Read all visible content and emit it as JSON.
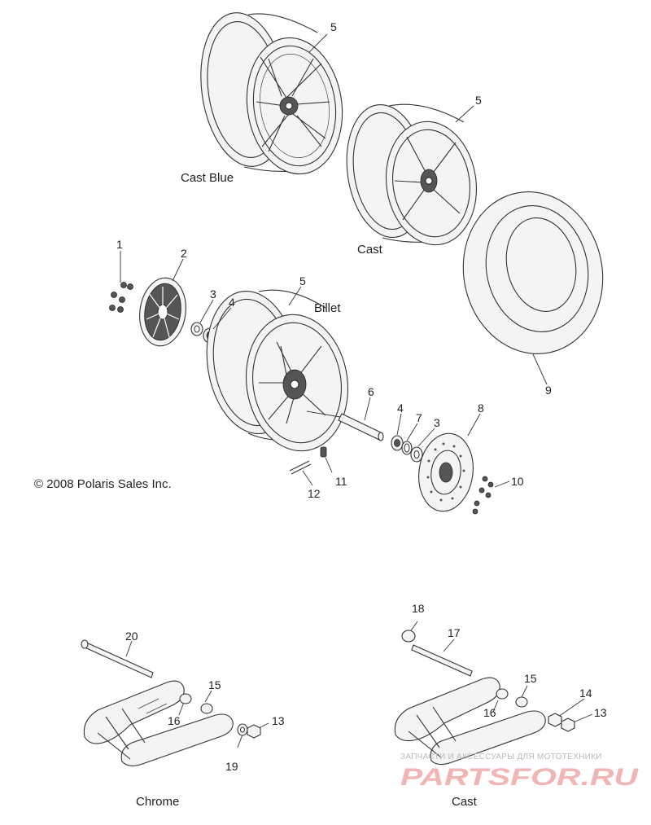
{
  "copyright": "© 2008 Polaris Sales Inc.",
  "variant_labels": {
    "cast_blue": "Cast Blue",
    "cast": "Cast",
    "billet": "Billet",
    "chrome": "Chrome",
    "cast_swingarm": "Cast"
  },
  "callouts": [
    {
      "id": "c1",
      "text": "1"
    },
    {
      "id": "c2",
      "text": "2"
    },
    {
      "id": "c3a",
      "text": "3"
    },
    {
      "id": "c4a",
      "text": "4"
    },
    {
      "id": "c5a",
      "text": "5"
    },
    {
      "id": "c5b",
      "text": "5"
    },
    {
      "id": "c5c",
      "text": "5"
    },
    {
      "id": "c6",
      "text": "6"
    },
    {
      "id": "c4b",
      "text": "4"
    },
    {
      "id": "c7",
      "text": "7"
    },
    {
      "id": "c3b",
      "text": "3"
    },
    {
      "id": "c8",
      "text": "8"
    },
    {
      "id": "c9",
      "text": "9"
    },
    {
      "id": "c10",
      "text": "10"
    },
    {
      "id": "c11",
      "text": "11"
    },
    {
      "id": "c12",
      "text": "12"
    },
    {
      "id": "c20",
      "text": "20"
    },
    {
      "id": "c15a",
      "text": "15"
    },
    {
      "id": "c16a",
      "text": "16"
    },
    {
      "id": "c13a",
      "text": "13"
    },
    {
      "id": "c19",
      "text": "19"
    },
    {
      "id": "c18",
      "text": "18"
    },
    {
      "id": "c17",
      "text": "17"
    },
    {
      "id": "c15b",
      "text": "15"
    },
    {
      "id": "c16b",
      "text": "16"
    },
    {
      "id": "c14",
      "text": "14"
    },
    {
      "id": "c13b",
      "text": "13"
    }
  ],
  "watermark": {
    "tagline": "ЗАПЧАСТИ И АКСЕССУАРЫ ДЛЯ МОТОТЕХНИКИ",
    "brand": "PARTSFOR.RU"
  }
}
